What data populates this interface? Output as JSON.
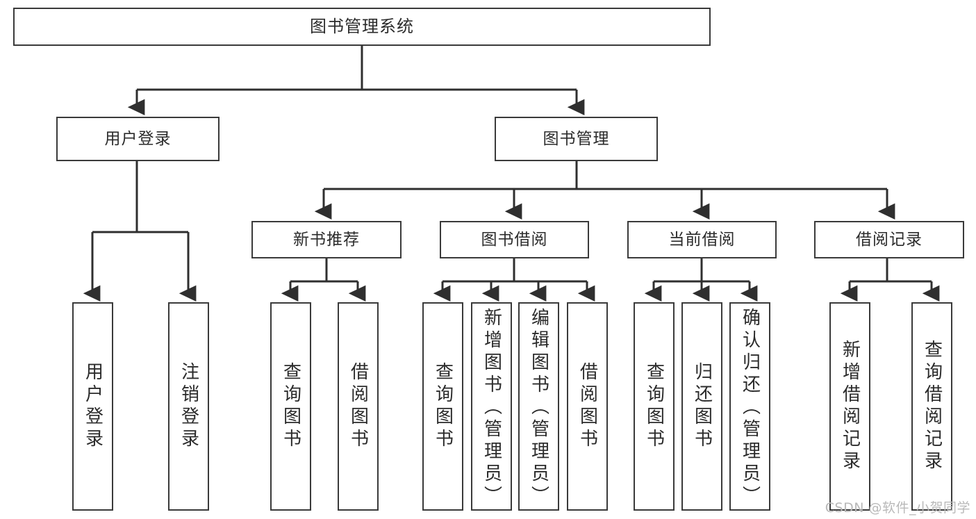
{
  "diagram": {
    "title": "图书管理系统",
    "type": "hierarchy-tree",
    "root": {
      "id": "root",
      "label": "图书管理系统"
    },
    "level2": [
      {
        "id": "user-login",
        "label": "用户登录"
      },
      {
        "id": "book-manage",
        "label": "图书管理"
      }
    ],
    "level3": [
      {
        "id": "new-book-recommend",
        "label": "新书推荐",
        "parent": "book-manage"
      },
      {
        "id": "book-borrow",
        "label": "图书借阅",
        "parent": "book-manage"
      },
      {
        "id": "current-borrow",
        "label": "当前借阅",
        "parent": "book-manage"
      },
      {
        "id": "borrow-record",
        "label": "借阅记录",
        "parent": "book-manage"
      }
    ],
    "leaves": [
      {
        "id": "leaf-user-login",
        "label": "用户登录",
        "parent": "user-login"
      },
      {
        "id": "leaf-user-logout",
        "label": "注销登录",
        "parent": "user-login"
      },
      {
        "id": "leaf-query-book-1",
        "label": "查询图书",
        "parent": "new-book-recommend"
      },
      {
        "id": "leaf-borrow-book-1",
        "label": "借阅图书",
        "parent": "new-book-recommend"
      },
      {
        "id": "leaf-query-book-2",
        "label": "查询图书",
        "parent": "book-borrow"
      },
      {
        "id": "leaf-add-book",
        "label": "新增图书（管理员）",
        "parent": "book-borrow"
      },
      {
        "id": "leaf-edit-book",
        "label": "编辑图书（管理员）",
        "parent": "book-borrow"
      },
      {
        "id": "leaf-borrow-book-2",
        "label": "借阅图书",
        "parent": "book-borrow"
      },
      {
        "id": "leaf-query-book-3",
        "label": "查询图书",
        "parent": "current-borrow"
      },
      {
        "id": "leaf-return-book",
        "label": "归还图书",
        "parent": "current-borrow"
      },
      {
        "id": "leaf-confirm-return",
        "label": "确认归还（管理员）",
        "parent": "current-borrow"
      },
      {
        "id": "leaf-add-record",
        "label": "新增借阅记录",
        "parent": "borrow-record"
      },
      {
        "id": "leaf-query-record",
        "label": "查询借阅记录",
        "parent": "borrow-record"
      }
    ],
    "colors": {
      "box_border": "#3a3a3a",
      "box_fill": "#ffffff",
      "connector": "#2f2f2f",
      "text": "#2b2b2b",
      "watermark": "#b9b9b9",
      "background": "#ffffff"
    }
  },
  "watermark": {
    "text": "CSDN @软件_小贺同学"
  }
}
